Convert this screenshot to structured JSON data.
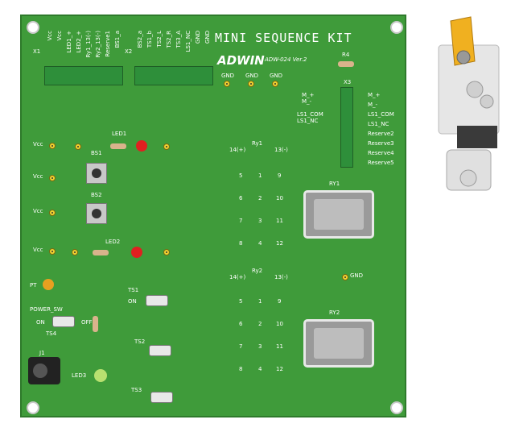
{
  "board": {
    "title": "MINI SEQUENCE KIT",
    "logo": "ADWIN",
    "version": "ADW-024 Ver.2"
  },
  "connectors": {
    "x1_label": "X1",
    "x1_pins": [
      "Vcc",
      "Vcc",
      "LED1_+",
      "LED2_+",
      "Ry1_13(-)",
      "Ry2_13(-)",
      "Reserve1",
      "BS1_a"
    ],
    "x2_label": "X2",
    "x2_pins": [
      "BS2_a",
      "TS1_b",
      "TS2_L",
      "TS2_R",
      "TS3_A",
      "LS1_NC",
      "GND",
      "GND"
    ],
    "x3_label": "X3",
    "x3_pins": [
      "M_+",
      "M_-",
      "LS1_COM",
      "LS1_NC",
      "Reserve2",
      "Reserve3",
      "Reserve4",
      "Reserve5"
    ],
    "x3_left": [
      "M_+",
      "M_-",
      "LS1_COM",
      "LS1_NC"
    ]
  },
  "labels": {
    "gnd": "GND",
    "gnd2": "GND",
    "gnd3": "GND",
    "gnd4": "GND",
    "r4": "R4",
    "led1": "LED1",
    "led2": "LED2",
    "led3": "LED3",
    "bs1": "BS1",
    "bs2": "BS2",
    "ry1": "Ry1",
    "ry2": "Ry2",
    "ry1_big": "RY1",
    "ry2_big": "RY2",
    "ts1": "TS1",
    "ts2": "TS2",
    "ts3": "TS3",
    "ts4": "TS4",
    "pt": "PT",
    "j1": "J1",
    "power_sw": "POWER_SW",
    "on": "ON",
    "off": "OFF",
    "ts1_on": "ON",
    "vcc": [
      "Vcc",
      "Vcc",
      "Vcc",
      "Vcc"
    ],
    "ry1_plus": "14(+)",
    "ry1_minus": "13(-)",
    "ry2_plus": "14(+)",
    "ry2_minus": "13(-)",
    "ry_contacts_top": [
      "5",
      "1",
      "9",
      "6",
      "2",
      "10",
      "7",
      "3",
      "11",
      "8",
      "4",
      "12"
    ],
    "ry_contacts_bottom": [
      "5",
      "1",
      "9",
      "6",
      "2",
      "10",
      "7",
      "3",
      "11",
      "8",
      "4",
      "12"
    ]
  }
}
